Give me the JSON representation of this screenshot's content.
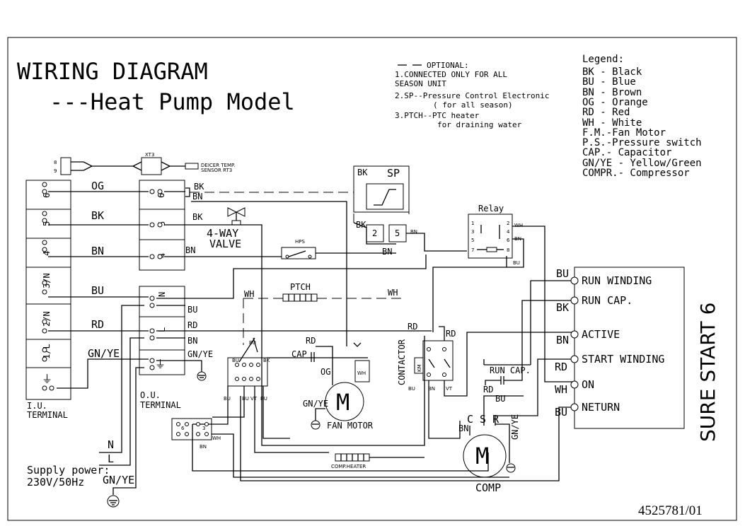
{
  "title": {
    "line1": "WIRING DIAGRAM",
    "line2": "---Heat Pump Model"
  },
  "optional": {
    "heading": "OPTIONAL:",
    "line1": "1.CONNECTED ONLY FOR   ALL",
    "line1b": "SEASON UNIT",
    "line2": "2.SP--Pressure Control Electronic",
    "line2b": "( for all season)",
    "line3": "3.PTCH--PTC heater",
    "line3b": "for draining water"
  },
  "legend": {
    "heading": "Legend:",
    "items": [
      "BK - Black",
      "BU - Blue",
      "BN - Brown",
      "OG - Orange",
      "RD - Red",
      "WH - White",
      "F.M.-Fan Motor",
      "P.S.-Pressure switch",
      "CAP.- Capacitor",
      "GN/YE - Yellow/Green",
      "COMPR.- Compressor"
    ]
  },
  "iu_terminal": {
    "label1": "I.U.",
    "label2": "TERMINAL",
    "slots": [
      "6",
      "5",
      "4",
      "3/N",
      "2/N",
      "1/L",
      "⏚"
    ]
  },
  "ou_terminal": {
    "label1": "O.U.",
    "label2": "TERMINAL",
    "slots": [
      "6",
      "5",
      "4",
      "N",
      "L",
      "⏚"
    ]
  },
  "wires_left": {
    "og": "OG",
    "bk": "BK",
    "bn": "BN",
    "bu": "BU",
    "rd": "RD",
    "gnye": "GN/YE"
  },
  "wire_labels": {
    "bk": "BK",
    "bn": "BN",
    "bu": "BU",
    "rd": "RD",
    "gnye": "GN/YE",
    "wh": "WH",
    "og": "OG",
    "vt": "VT",
    "cap": "CAP"
  },
  "components": {
    "xt3": "XT3",
    "sensor1": "DEICER TEMP.",
    "sensor2": "SENSOR RT3",
    "ptc_sensor_nums": [
      "8",
      "9"
    ],
    "valve1": "4-WAY",
    "valve2": "VALVE",
    "hps": "HPS",
    "ptch": "PTCH",
    "sp": "SP",
    "sp_contacts": [
      "2",
      "5"
    ],
    "relay": "Relay",
    "relay_pins": [
      "1",
      "3",
      "5",
      "7",
      "2",
      "4",
      "6",
      "8"
    ],
    "contactor": "CONTACTOR",
    "km": "KM",
    "fan_motor": "FAN MOTOR",
    "comp_heater": "COMP.HEATER",
    "comp": "COMP",
    "comp_pins": "C S R",
    "run_cap": "RUN CAP.",
    "m": "M"
  },
  "sure_start": {
    "title": "SURE START 6",
    "terminals": [
      "RUN WINDING",
      "RUN CAP.",
      "ACTIVE",
      "START WINDING",
      "ON",
      "NETURN"
    ],
    "wire_colors": [
      "BU",
      "BK",
      "BN",
      "RD",
      "WH",
      "BU"
    ]
  },
  "supply": {
    "line1": "Supply power:",
    "line2": "230V/50Hz",
    "n": "N",
    "l": "L",
    "gnye": "GN/YE"
  },
  "doc_number": "4525781/01"
}
